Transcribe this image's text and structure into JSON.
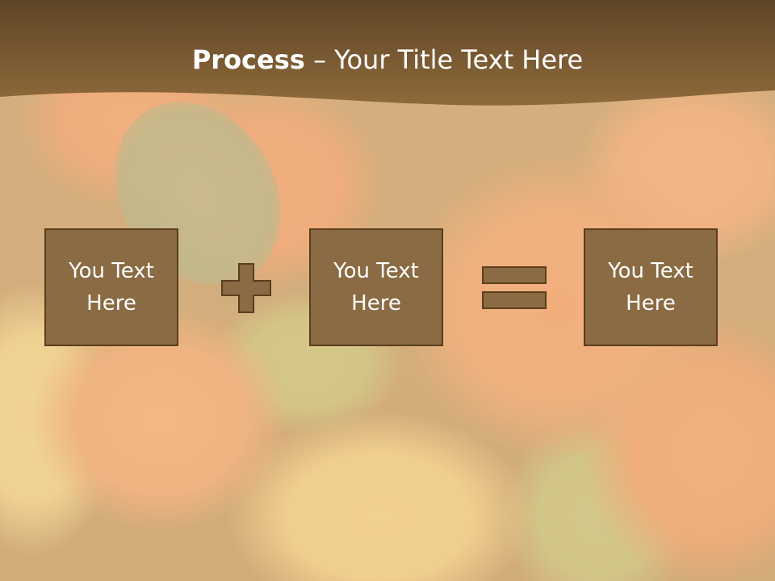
{
  "slide": {
    "title_bold": "Process",
    "title_rest": " – Your Title Text Here",
    "boxes": [
      {
        "text": "You Text\nHere"
      },
      {
        "text": "You Text\nHere"
      },
      {
        "text": "You Text\nHere"
      }
    ],
    "operators": [
      "plus-sign",
      "equals-sign"
    ]
  },
  "colors": {
    "banner_top": "#5e4526",
    "banner_bottom": "#8f6a3b",
    "box_fill": "#8a6b43",
    "box_border": "#5a3e1d",
    "text": "#ffffff"
  }
}
